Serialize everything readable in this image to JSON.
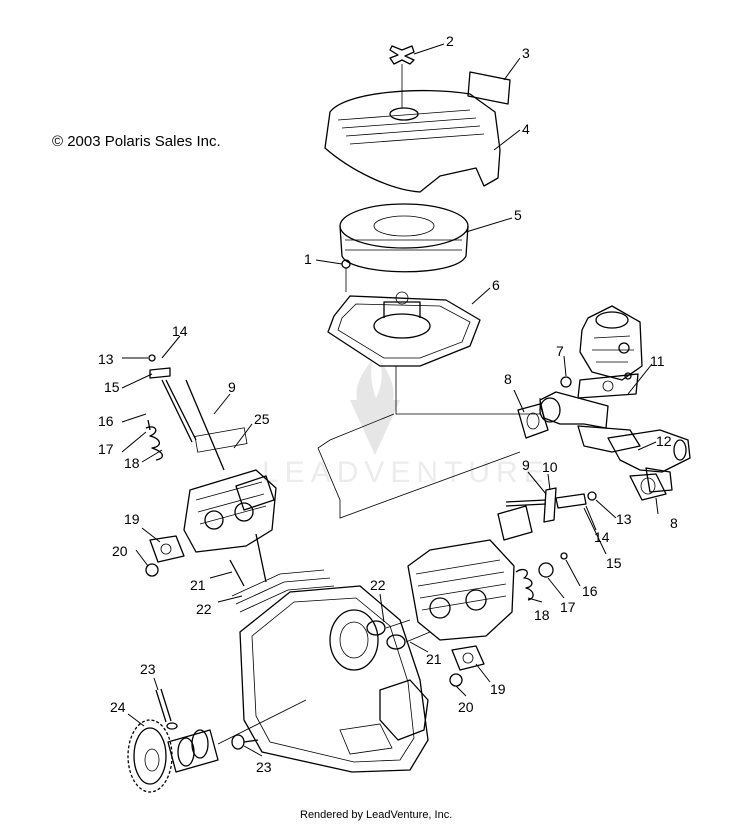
{
  "copyright": "© 2003 Polaris Sales Inc.",
  "footer": "Rendered by LeadVenture, Inc.",
  "watermark": "LEADVENTURE",
  "callouts": [
    {
      "id": "c2",
      "text": "2"
    },
    {
      "id": "c3",
      "text": "3"
    },
    {
      "id": "c4",
      "text": "4"
    },
    {
      "id": "c5",
      "text": "5"
    },
    {
      "id": "c1",
      "text": "1"
    },
    {
      "id": "c6",
      "text": "6"
    },
    {
      "id": "c14a",
      "text": "14"
    },
    {
      "id": "c13a",
      "text": "13"
    },
    {
      "id": "c15a",
      "text": "15"
    },
    {
      "id": "c9a",
      "text": "9"
    },
    {
      "id": "c16a",
      "text": "16"
    },
    {
      "id": "c25",
      "text": "25"
    },
    {
      "id": "c17a",
      "text": "17"
    },
    {
      "id": "c18a",
      "text": "18"
    },
    {
      "id": "c7",
      "text": "7"
    },
    {
      "id": "c11",
      "text": "11"
    },
    {
      "id": "c8a",
      "text": "8"
    },
    {
      "id": "c12",
      "text": "12"
    },
    {
      "id": "c9b",
      "text": "9"
    },
    {
      "id": "c10",
      "text": "10"
    },
    {
      "id": "c13b",
      "text": "13"
    },
    {
      "id": "c8b",
      "text": "8"
    },
    {
      "id": "c14b",
      "text": "14"
    },
    {
      "id": "c15b",
      "text": "15"
    },
    {
      "id": "c19a",
      "text": "19"
    },
    {
      "id": "c20a",
      "text": "20"
    },
    {
      "id": "c21a",
      "text": "21"
    },
    {
      "id": "c22a",
      "text": "22"
    },
    {
      "id": "c22b",
      "text": "22"
    },
    {
      "id": "c16b",
      "text": "16"
    },
    {
      "id": "c17b",
      "text": "17"
    },
    {
      "id": "c18b",
      "text": "18"
    },
    {
      "id": "c21b",
      "text": "21"
    },
    {
      "id": "c19b",
      "text": "19"
    },
    {
      "id": "c20b",
      "text": "20"
    },
    {
      "id": "c23a",
      "text": "23"
    },
    {
      "id": "c24",
      "text": "24"
    },
    {
      "id": "c23b",
      "text": "23"
    }
  ]
}
